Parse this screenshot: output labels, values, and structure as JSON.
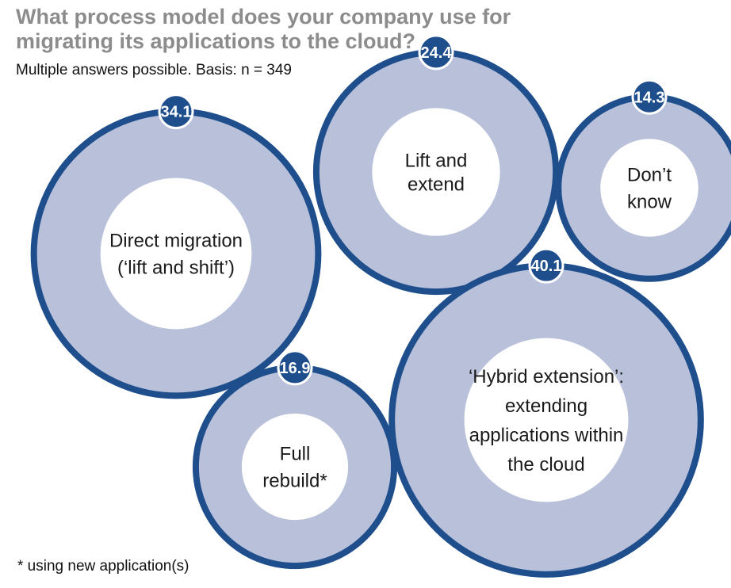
{
  "chart_data": {
    "type": "bubble",
    "title": "What process model does your company use for migrating its applications to the cloud?",
    "subtitle": "Multiple answers possible. Basis: n = 349",
    "footnote": "* using new application(s)",
    "unit": "%",
    "series": [
      {
        "label_lines": [
          "Direct migration",
          "(‘lift and shift’)"
        ],
        "value": 34.1
      },
      {
        "label_lines": [
          "Lift",
          "and",
          "extend"
        ],
        "value": 24.4
      },
      {
        "label_lines": [
          "Don’t",
          "know"
        ],
        "value": 14.3
      },
      {
        "label_lines": [
          "‘Hybrid extension’:",
          "extending",
          "applications within",
          "the cloud"
        ],
        "value": 40.1
      },
      {
        "label_lines": [
          "Full",
          "rebuild*"
        ],
        "value": 16.9
      }
    ],
    "colors": {
      "ring": "#1f4e8c",
      "fill": "#b9c0da",
      "inner": "#ffffff",
      "badge": "#1f4e8c",
      "badge_text": "#ffffff",
      "title": "#8c8c8c"
    }
  }
}
